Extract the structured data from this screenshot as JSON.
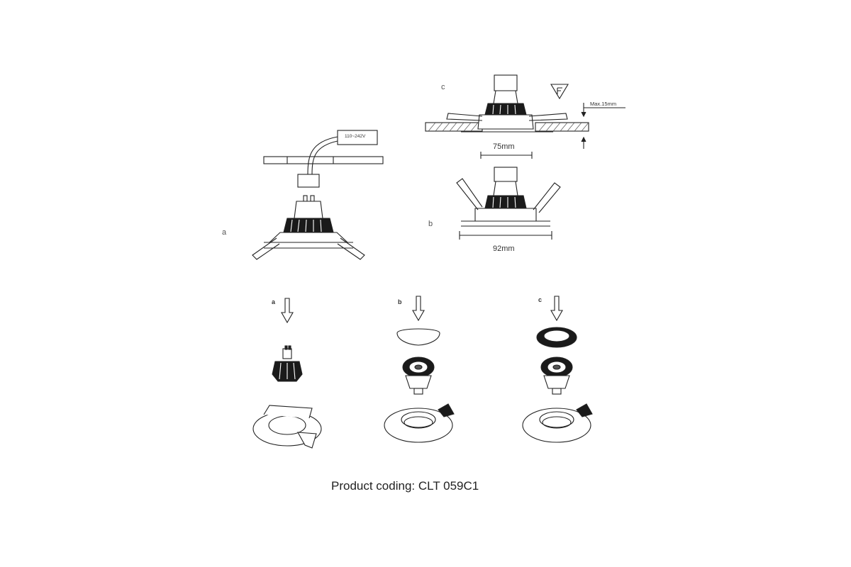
{
  "diagram": {
    "labels": {
      "a": "a",
      "b": "b",
      "c": "c"
    },
    "voltage_label": "110~242V",
    "max_thickness": "Max.15mm",
    "inner_diameter": "75mm",
    "outer_diameter": "92mm",
    "steps": [
      {
        "letter": "a"
      },
      {
        "letter": "b"
      },
      {
        "letter": "c"
      }
    ],
    "icon": "f-mark-triangle-icon"
  },
  "caption": "Product coding: CLT 059C1",
  "colors": {
    "line": "#222222",
    "heatsink": "#1a1a1a",
    "panel": "#ffffff"
  }
}
